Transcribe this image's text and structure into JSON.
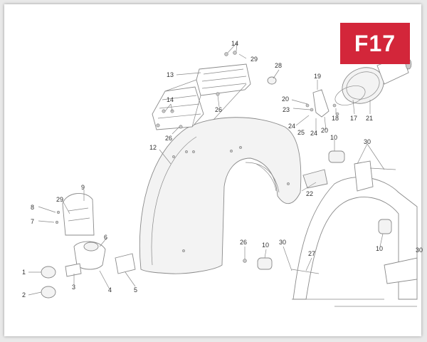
{
  "badge": "F17",
  "callouts": [
    {
      "id": "c1",
      "text": "1"
    },
    {
      "id": "c2",
      "text": "2"
    },
    {
      "id": "c3",
      "text": "3"
    },
    {
      "id": "c4",
      "text": "4"
    },
    {
      "id": "c5",
      "text": "5"
    },
    {
      "id": "c6",
      "text": "6"
    },
    {
      "id": "c7",
      "text": "7"
    },
    {
      "id": "c8",
      "text": "8"
    },
    {
      "id": "c9",
      "text": "9"
    },
    {
      "id": "c10a",
      "text": "10"
    },
    {
      "id": "c10b",
      "text": "10"
    },
    {
      "id": "c10c",
      "text": "10"
    },
    {
      "id": "c12",
      "text": "12"
    },
    {
      "id": "c13",
      "text": "13"
    },
    {
      "id": "c14a",
      "text": "14"
    },
    {
      "id": "c14b",
      "text": "14"
    },
    {
      "id": "c17",
      "text": "17"
    },
    {
      "id": "c18",
      "text": "18"
    },
    {
      "id": "c19",
      "text": "19"
    },
    {
      "id": "c20a",
      "text": "20"
    },
    {
      "id": "c20b",
      "text": "20"
    },
    {
      "id": "c21",
      "text": "21"
    },
    {
      "id": "c22",
      "text": "22"
    },
    {
      "id": "c23",
      "text": "23"
    },
    {
      "id": "c24a",
      "text": "24"
    },
    {
      "id": "c24b",
      "text": "24"
    },
    {
      "id": "c25",
      "text": "25"
    },
    {
      "id": "c26a",
      "text": "26"
    },
    {
      "id": "c26b",
      "text": "26"
    },
    {
      "id": "c26c",
      "text": "26"
    },
    {
      "id": "c27",
      "text": "27"
    },
    {
      "id": "c28",
      "text": "28"
    },
    {
      "id": "c29a",
      "text": "29"
    },
    {
      "id": "c29b",
      "text": "29"
    },
    {
      "id": "c30a",
      "text": "30"
    },
    {
      "id": "c30b",
      "text": "30"
    },
    {
      "id": "c30c",
      "text": "30"
    }
  ]
}
